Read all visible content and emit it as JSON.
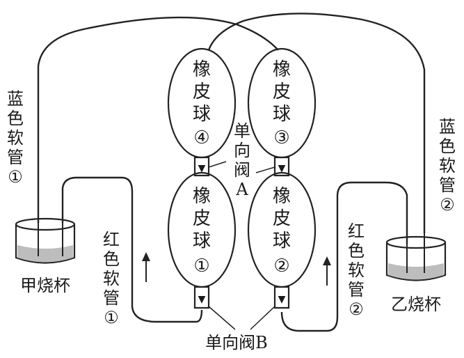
{
  "balls": {
    "b4": {
      "line1": "橡",
      "line2": "皮",
      "line3": "球",
      "num": "④"
    },
    "b3": {
      "line1": "橡",
      "line2": "皮",
      "line3": "球",
      "num": "③"
    },
    "b1": {
      "line1": "橡",
      "line2": "皮",
      "line3": "球",
      "num": "①"
    },
    "b2": {
      "line1": "橡",
      "line2": "皮",
      "line3": "球",
      "num": "②"
    }
  },
  "valve_a": {
    "c1": "单",
    "c2": "向",
    "c3": "阀",
    "c4": "A"
  },
  "valve_b": {
    "label": "单向阀B"
  },
  "blue_tube_1": {
    "c1": "蓝",
    "c2": "色",
    "c3": "软",
    "c4": "管",
    "num": "①"
  },
  "blue_tube_2": {
    "c1": "蓝",
    "c2": "色",
    "c3": "软",
    "c4": "管",
    "num": "②"
  },
  "red_tube_1": {
    "c1": "红",
    "c2": "色",
    "c3": "软",
    "c4": "管",
    "num": "①"
  },
  "red_tube_2": {
    "c1": "红",
    "c2": "色",
    "c3": "软",
    "c4": "管",
    "num": "②"
  },
  "beaker_jia": {
    "label": "甲烧杯"
  },
  "beaker_yi": {
    "label": "乙烧杯"
  },
  "glyphs": {
    "down_arrow": "▼"
  }
}
